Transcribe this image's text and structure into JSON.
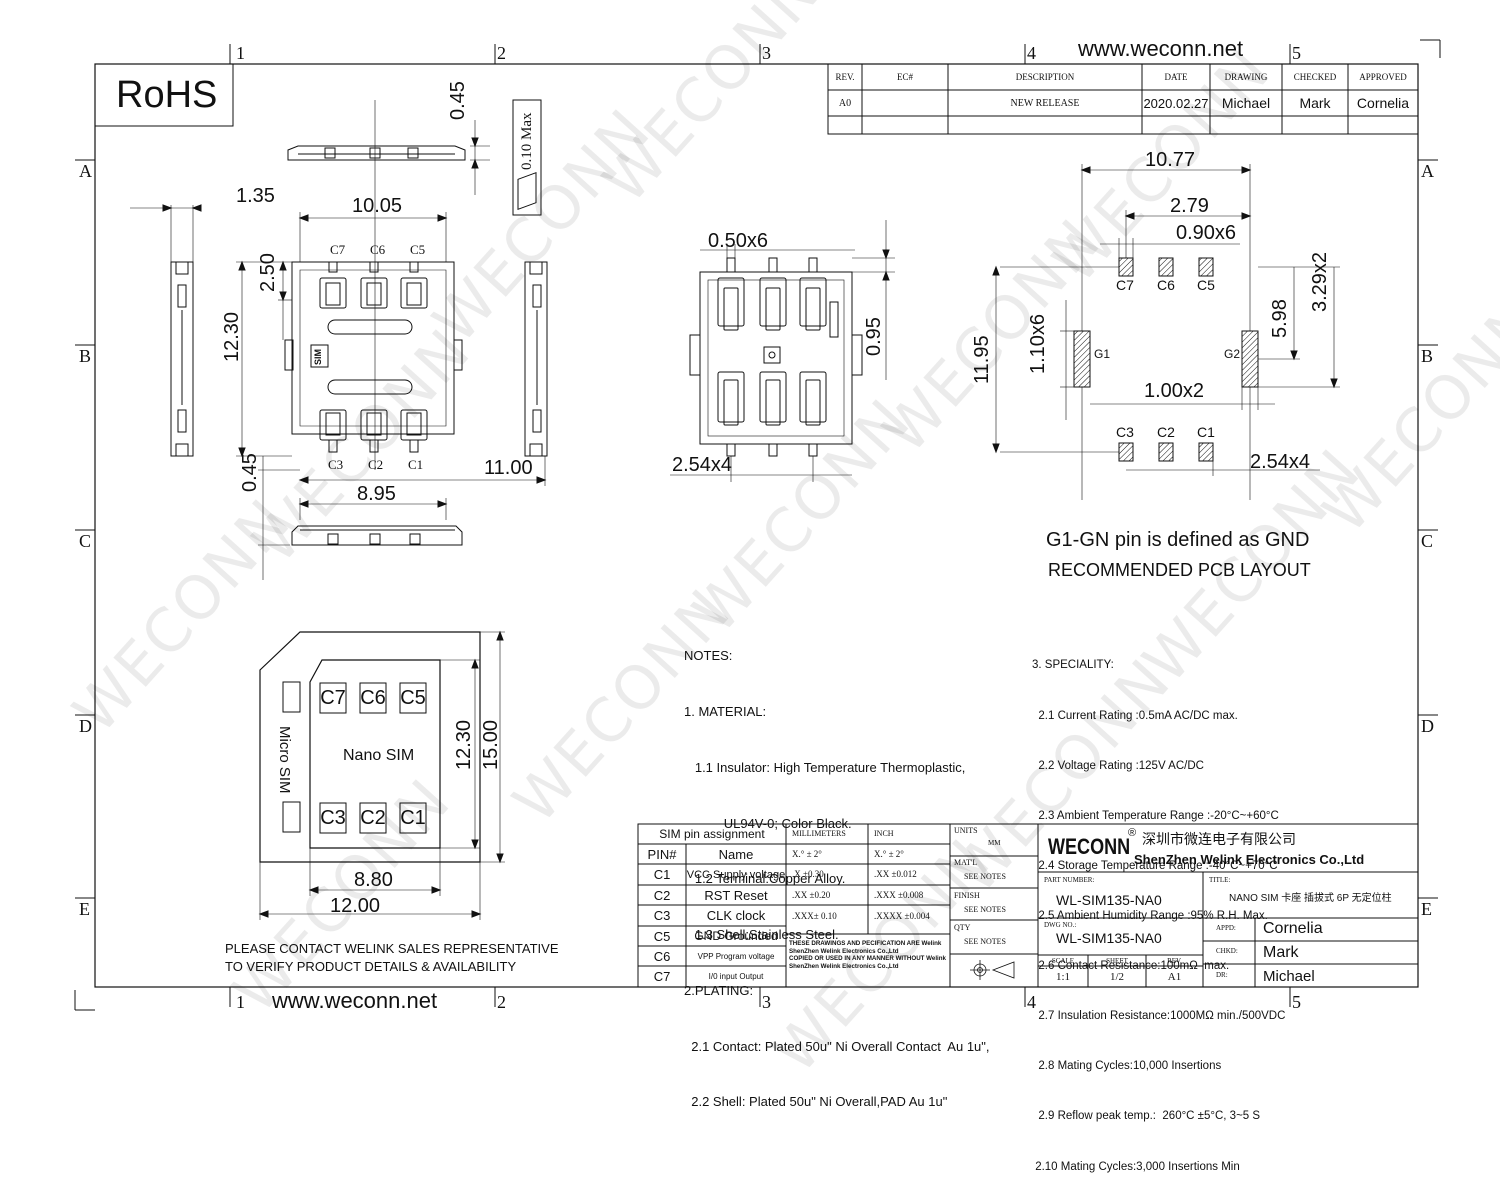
{
  "header": {
    "url_top": "www.weconn.net",
    "url_bottom": "www.weconn.net",
    "rohs": "RoHS"
  },
  "grid": {
    "columns": [
      "1",
      "2",
      "3",
      "4",
      "5"
    ],
    "rows": [
      "A",
      "B",
      "C",
      "D",
      "E"
    ]
  },
  "revision_table": {
    "headers": [
      "REV.",
      "EC#",
      "DESCRIPTION",
      "DATE",
      "DRAWING",
      "CHECKED",
      "APPROVED"
    ],
    "row": [
      "A0",
      "",
      "NEW RELEASE",
      "2020.02.27",
      "Michael",
      "Mark",
      "Cornelia"
    ]
  },
  "side_view_top": {
    "dim_height": "0.45",
    "dim_tol": "0.10 Max"
  },
  "top_view": {
    "dim_width": "10.05",
    "dim_left_offset": "1.35",
    "dim_pitch_y": "2.50",
    "dim_height": "12.30",
    "dim_bottom_offset": "0.45",
    "dim_total_width": "11.00",
    "dim_bottom_width": "8.95",
    "pins_top": [
      "C7",
      "C6",
      "C5"
    ],
    "pins_bottom": [
      "C3",
      "C2",
      "C1"
    ],
    "sim_mark": "SIM"
  },
  "bottom_view": {
    "dim_pin_width": "0.50x6",
    "dim_height": "0.95",
    "dim_pitch": "2.54x4"
  },
  "pcb_layout": {
    "dim_total_width": "10.77",
    "dim_offset": "2.79",
    "dim_pad_width": "0.90x6",
    "dim_height": "11.95",
    "dim_gnd_height": "1.10x6",
    "dim_gnd_y": "5.98",
    "dim_gnd_pitch": "3.29x2",
    "dim_gnd_width": "1.00x2",
    "dim_pitch": "2.54x4",
    "pins_top": [
      "C7",
      "C6",
      "C5"
    ],
    "pins_bottom": [
      "C3",
      "C2",
      "C1"
    ],
    "gnd_labels": [
      "G1",
      "G2"
    ],
    "note": "G1-GN pin is defined as GND",
    "title": "RECOMMENDED PCB LAYOUT"
  },
  "nano_sim": {
    "label": "Nano SIM",
    "side_label": "Micro SIM",
    "pins_top": [
      "C7",
      "C6",
      "C5"
    ],
    "pins_bottom": [
      "C3",
      "C2",
      "C1"
    ],
    "dim_inner_height": "12.30",
    "dim_outer_height": "15.00",
    "dim_inner_width": "8.80",
    "dim_outer_width": "12.00"
  },
  "contact_note": [
    "PLEASE CONTACT WELINK SALES REPRESENTATIVE",
    "TO VERIFY PRODUCT DETAILS & AVAILABILITY"
  ],
  "notes": [
    "NOTES:",
    "1. MATERIAL:",
    "   1.1 Insulator: High Temperature Thermoplastic,",
    "           UL94V-0; Color Black.",
    "   1.2 Terminal:Copper Alloy.",
    "   1.3 Shell:Stainless Steel.",
    "2.PLATING:",
    "  2.1 Contact: Plated 50u\" Ni Overall Contact  Au 1u\",",
    "  2.2 Shell: Plated 50u\" Ni Overall,PAD Au 1u\""
  ],
  "speciality": [
    "3. SPECIALITY:",
    "  2.1 Current Rating :0.5mA AC/DC max.",
    "  2.2 Voltage Rating :125V AC/DC",
    "  2.3 Ambient Temperature Range :-20°C~+60°C",
    "  2.4 Storage Temperature Range :-40°C~+70°C",
    "  2.5 Ambient Humidity Range :95% R.H. Max.",
    "  2.6 Contact Resistance:100mΩ  max.",
    "  2.7 Insulation Resistance:1000MΩ min./500VDC",
    "  2.8 Mating Cycles:10,000 Insertions",
    "  2.9 Reflow peak temp.:  260°C ±5°C, 3~5 S",
    " 2.10 Mating Cycles:3,000 Insertions Min"
  ],
  "pin_table": {
    "title": "SIM pin assignment",
    "headers": [
      "PIN#",
      "Name"
    ],
    "rows": [
      [
        "C1",
        "VCC Supply voltage"
      ],
      [
        "C2",
        "RST Reset"
      ],
      [
        "C3",
        "CLK clock"
      ],
      [
        "C5",
        "GND Grounded"
      ],
      [
        "C6",
        "VPP Program voltage"
      ],
      [
        "C7",
        "I/0 input Output"
      ]
    ]
  },
  "tolerance_table": {
    "headers": [
      "MILLIMETERS",
      "INCH"
    ],
    "rows": [
      [
        "X.°  ± 2°",
        "X.°  ± 2°"
      ],
      [
        ".X  ±0.30",
        ".XX  ±0.012"
      ],
      [
        ".XX  ±0.20",
        ".XXX  ±0.008"
      ],
      [
        ".XXX± 0.10",
        ".XXXX ±0.004"
      ]
    ],
    "disclaimer": [
      "THESE DRAWINGS AND PECIFICATION ARE Welink",
      "ShenZhen Welink Electronics Co.,Ltd",
      "COPIED OR USED IN ANY MANNER WITHOUT Welink",
      "ShenZhen Welink Electronics Co.,Ltd"
    ]
  },
  "spec_col": {
    "units_label": "UNITS",
    "units_value": "MM",
    "matl_label": "MAT'L",
    "matl_value": "SEE NOTES",
    "finish_label": "FINISH",
    "finish_value": "SEE NOTES",
    "qty_label": "QTY",
    "qty_value": "SEE NOTES"
  },
  "title_block": {
    "brand": "WECONN",
    "reg": "®",
    "company_cn": "深圳市微连电子有限公司",
    "company_en": "ShenZhen Welink Electronics Co.,Ltd",
    "part_label": "PART NUMBER:",
    "part_number": "WL-SIM135-NA0",
    "title_label": "TITLE:",
    "title": "NANO SIM 卡座 插拔式 6P 无定位柱",
    "dwg_label": "DWG NO.:",
    "dwg_number": "WL-SIM135-NA0",
    "scale_label": "SCALE",
    "scale": "1:1",
    "sheet_label": "SHEET",
    "sheet": "1/2",
    "rev_label": "REV.",
    "rev": "A1",
    "appd_label": "APPD:",
    "appd": "Cornelia",
    "chkd_label": "CHKD:",
    "chkd": "Mark",
    "dr_label": "DR:",
    "dr": "Michael"
  },
  "watermark": "WECONN"
}
